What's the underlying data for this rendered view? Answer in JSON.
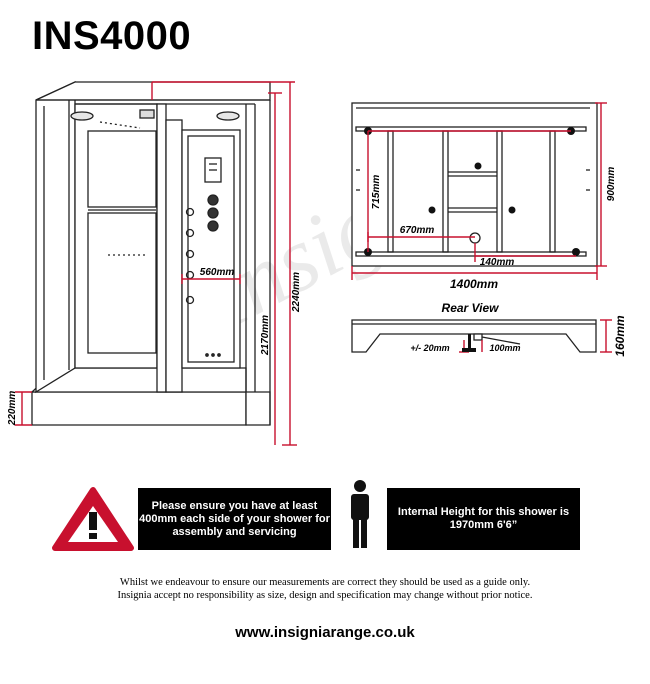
{
  "title": "INS4000",
  "watermark": "Insignia",
  "dimensions": {
    "height_overall": "2240mm",
    "height_cabin": "2170mm",
    "tray_height": "220mm",
    "panel_width": "560mm",
    "depth": "900mm",
    "inner_depth": "715mm",
    "inner_width": "670mm",
    "drain_offset": "140mm",
    "width": "1400mm",
    "tray_thickness": "160mm",
    "foot_adjust": "+/- 20mm",
    "foot_size": "100mm"
  },
  "rear_view_label": "Rear View",
  "notices": {
    "clearance": "Please ensure you have at least 400mm each side of your shower for assembly and servicing",
    "internal_height": "Internal Height for this shower is 1970mm 6'6”"
  },
  "disclaimer": {
    "line1": "Whilst we endeavour to ensure our measurements are correct they should be used as a guide only.",
    "line2": "Insignia accept no responsibility as size, design and specification may change without prior notice."
  },
  "website": "www.insigniarange.co.uk",
  "colors": {
    "dimension": "#c8102e",
    "warning": "#c8102e",
    "box": "#000000"
  },
  "icons": {
    "warning": "warning-triangle-icon",
    "person": "person-icon"
  }
}
